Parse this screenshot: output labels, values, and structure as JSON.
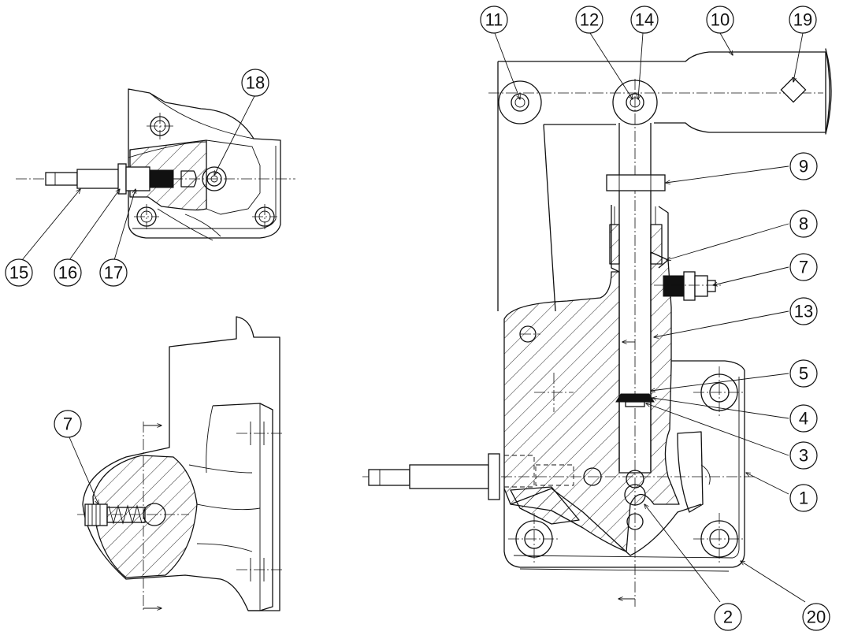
{
  "callouts": [
    {
      "id": "c1",
      "label": "1"
    },
    {
      "id": "c2",
      "label": "2"
    },
    {
      "id": "c3",
      "label": "3"
    },
    {
      "id": "c4",
      "label": "4"
    },
    {
      "id": "c5",
      "label": "5"
    },
    {
      "id": "c7a",
      "label": "7"
    },
    {
      "id": "c7b",
      "label": "7"
    },
    {
      "id": "c8",
      "label": "8"
    },
    {
      "id": "c9",
      "label": "9"
    },
    {
      "id": "c10",
      "label": "10"
    },
    {
      "id": "c11",
      "label": "11"
    },
    {
      "id": "c12",
      "label": "12"
    },
    {
      "id": "c13",
      "label": "13"
    },
    {
      "id": "c14",
      "label": "14"
    },
    {
      "id": "c15",
      "label": "15"
    },
    {
      "id": "c16",
      "label": "16"
    },
    {
      "id": "c17",
      "label": "17"
    },
    {
      "id": "c18",
      "label": "18"
    },
    {
      "id": "c19",
      "label": "19"
    },
    {
      "id": "c20",
      "label": "20"
    }
  ]
}
